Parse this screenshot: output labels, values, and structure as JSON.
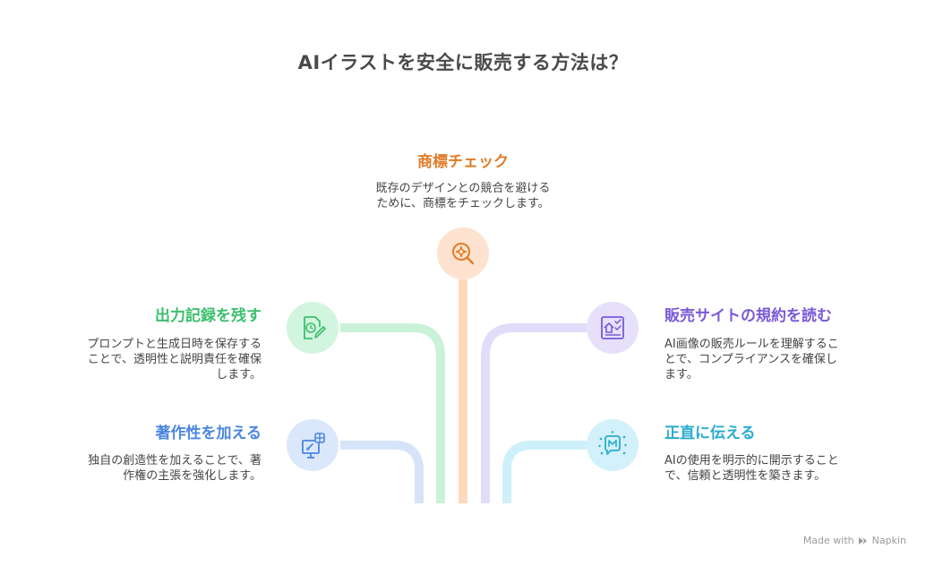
{
  "title": "AIイラストを安全に販売する方法は？",
  "items": {
    "top": {
      "heading": "商標チェック",
      "desc_lines": [
        "既存のデザインとの競合を避ける",
        "ために、商標をチェックします。"
      ],
      "color": "#e07b28",
      "icon": "magnifier-sparkle-icon"
    },
    "left_upper": {
      "heading": "出力記録を残す",
      "desc_lines": [
        "プロンプトと生成日時を保存する",
        "ことで、透明性と説明責任を確保",
        "します。"
      ],
      "color": "#3cbf6e",
      "icon": "document-clock-pen-icon"
    },
    "left_lower": {
      "heading": "著作性を加える",
      "desc_lines": [
        "独自の創造性を加えることで、著",
        "作権の主張を強化します。"
      ],
      "color": "#4a86e0",
      "icon": "easel-compass-icon"
    },
    "right_upper": {
      "heading": "販売サイトの規約を読む",
      "desc_lines": [
        "AI画像の販売ルールを理解するこ",
        "とで、コンプライアンスを確保し",
        "ます。"
      ],
      "color": "#7a5ad6",
      "icon": "house-checklist-icon"
    },
    "right_lower": {
      "heading": "正直に伝える",
      "desc_lines": [
        "AIの使用を明示的に開示すること",
        "で、信頼と透明性を築きます。"
      ],
      "color": "#2aaccf",
      "icon": "speech-sparkle-icon"
    }
  },
  "footer": {
    "made_with": "Made with",
    "brand": "Napkin"
  }
}
